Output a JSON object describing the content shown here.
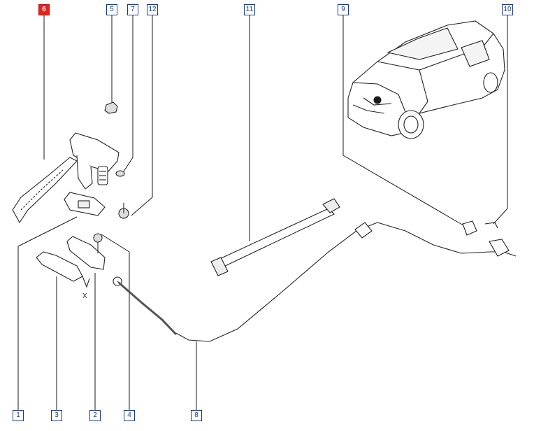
{
  "callouts": {
    "c6": "6",
    "c5": "5",
    "c7": "7",
    "c12": "12",
    "c11": "11",
    "c9": "9",
    "c10": "10",
    "c1": "1",
    "c3": "3",
    "c2": "2",
    "c4": "4",
    "c8": "8"
  },
  "selected_callout": "6",
  "marks": {
    "x": "X"
  },
  "colors": {
    "callout_border": "#1a3a8a",
    "selected_fill": "#e8201c",
    "line": "#1a1a1a"
  }
}
